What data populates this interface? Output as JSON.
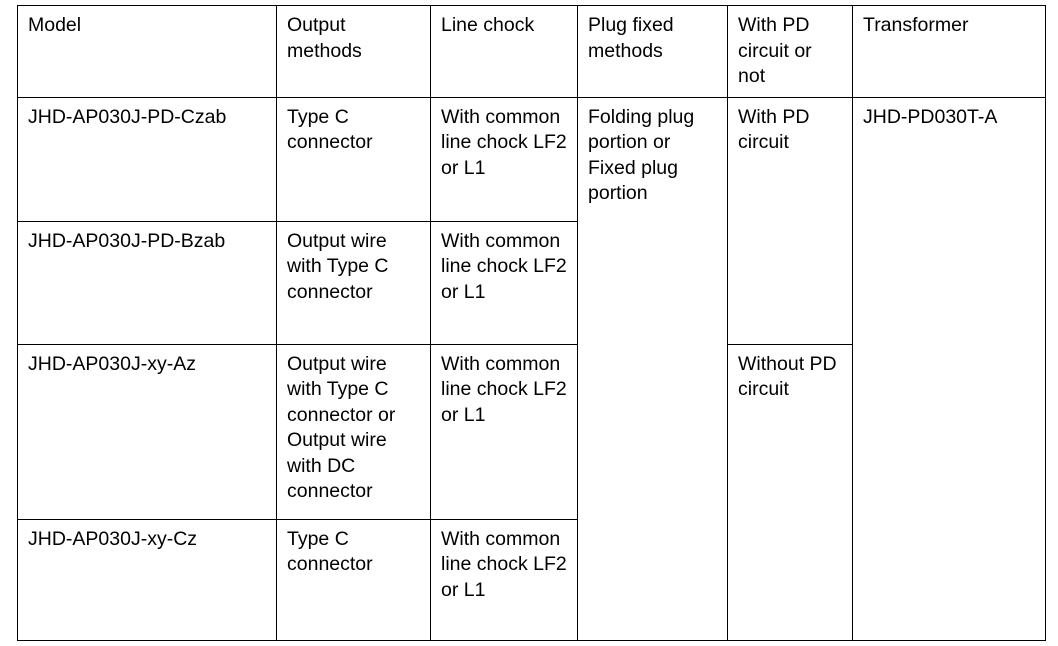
{
  "table": {
    "columns": [
      {
        "key": "model",
        "label": "Model"
      },
      {
        "key": "output_methods",
        "label": "Output methods"
      },
      {
        "key": "line_chock",
        "label": "Line chock"
      },
      {
        "key": "plug_fixed_methods",
        "label": "Plug fixed methods"
      },
      {
        "key": "pd_circuit",
        "label": "With PD circuit or not"
      },
      {
        "key": "transformer",
        "label": "Transformer"
      }
    ],
    "rows": [
      {
        "model": "JHD-AP030J-PD-Czab",
        "output_methods": "Type C connector",
        "line_chock": "With common line chock LF2 or L1"
      },
      {
        "model": "JHD-AP030J-PD-Bzab",
        "output_methods": "Output wire with Type C connector",
        "line_chock": "With common line chock LF2 or L1"
      },
      {
        "model": "JHD-AP030J-xy-Az",
        "output_methods": "Output wire with Type C connector or Output wire with DC connector",
        "line_chock": "With common line chock LF2 or L1"
      },
      {
        "model": "JHD-AP030J-xy-Cz",
        "output_methods": "Type C connector",
        "line_chock": "With common line chock LF2 or L1"
      }
    ],
    "merged": {
      "plug_fixed_methods_all": "Folding plug portion or Fixed plug portion",
      "pd_circuit_rows_1_2": "With PD circuit",
      "pd_circuit_rows_3_4": "Without PD circuit",
      "transformer_all": "JHD-PD030T-A"
    }
  },
  "colors": {
    "border": "#000000",
    "text": "#000000",
    "background": "#ffffff"
  }
}
